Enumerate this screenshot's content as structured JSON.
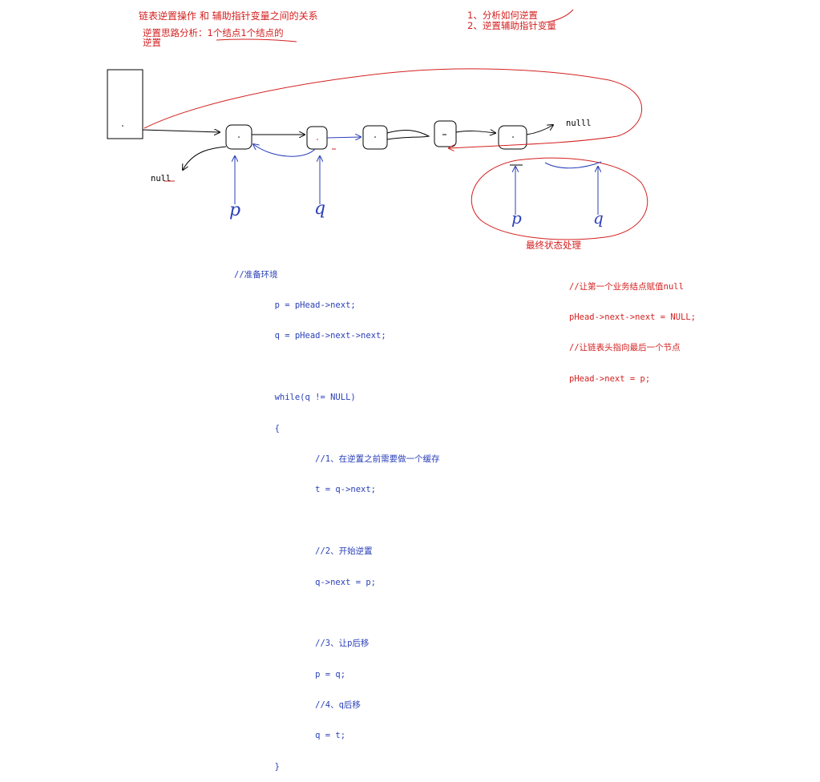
{
  "annotations": {
    "title": "链表逆置操作 和 辅助指针变量之间的关系",
    "subtitle_line1": "逆置思路分析：1个结点1个结点的",
    "subtitle_line2": "逆置",
    "note1": "1、分析如何逆置",
    "note2": "2、逆置辅助指针变量",
    "final_state": "最终状态处理"
  },
  "diagram": {
    "null_left": "null",
    "null_right": "nulll",
    "ptr_p": "p",
    "ptr_q": "q",
    "ptr_p_final": "p",
    "ptr_q_final": "q",
    "colors": {
      "annotation": "#d42020",
      "code": "#2a3fb8",
      "ink": "#000000"
    }
  },
  "code": {
    "lines": [
      "//准备环境",
      "        p = pHead->next;",
      "        q = pHead->next->next;",
      "",
      "        while(q != NULL)",
      "        {",
      "                //1、在逆置之前需要做一个缓存",
      "                t = q->next;",
      "",
      "                //2、开始逆置",
      "                q->next = p;",
      "",
      "                //3、让p后移",
      "                p = q;",
      "                //4、q后移",
      "                q = t;",
      "        }"
    ]
  },
  "final_code": {
    "lines": [
      "//让第一个业务结点赋值null",
      "pHead->next->next = NULL;",
      "//让链表头指向最后一个节点",
      "pHead->next = p;"
    ]
  }
}
